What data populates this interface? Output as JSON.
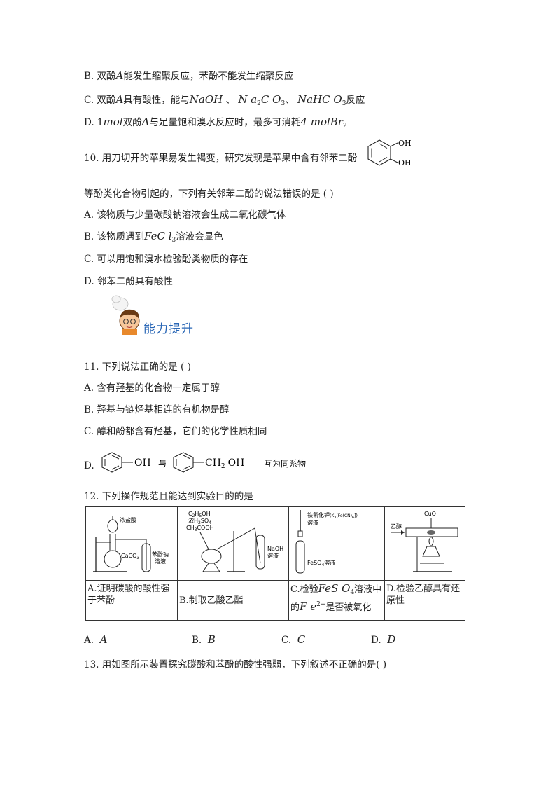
{
  "q9": {
    "optB": {
      "pre": "B.  双酚",
      "m1": "A",
      "rest": "能发生缩聚反应，苯酚不能发生缩聚反应"
    },
    "optC": {
      "pre": "C.  双酚",
      "m1": "A",
      "mid": "具有酸性，能与",
      "m2": "NaOH",
      "sep1": " 、 ",
      "m3a": "N a",
      "m3s": "2",
      "m3b": "C O",
      "m3t": "3",
      "sep2": "、 ",
      "m4a": "NaHC O",
      "m4s": "3",
      "end": "反应"
    },
    "optD": {
      "pre": "D.  1",
      "m1": "mol",
      "mid1": "双酚",
      "m2": "A",
      "mid2": "与足量饱和溴水反应时，最多可消耗",
      "m3": "4 molBr",
      "m3s": "2"
    }
  },
  "q10": {
    "stem1": "10. 用刀切开的苹果易发生褐变，研究发现是苹果中含有邻苯二酚",
    "oh1": "OH",
    "oh2": "OH",
    "stem2": "等酚类化合物引起的，下列有关邻苯二酚的说法错误的是 (    )",
    "optA": "A.  该物质与少量碳酸钠溶液会生成二氧化碳气体",
    "optB_pre": "B.  该物质遇到",
    "optB_m": "FeC l",
    "optB_s": "3",
    "optB_end": "溶液会显色",
    "optC": "C.  可以用饱和溴水检验酚类物质的存在",
    "optD": "D.  邻苯二酚具有酸性"
  },
  "banner": {
    "title": "能力提升"
  },
  "q11": {
    "stem": "11. 下列说法正确的是 (    )",
    "optA": "A.  含有羟基的化合物一定属于醇",
    "optB": "B.  羟基与链烃基相连的有机物是醇",
    "optC": "C.  醇和酚都含有羟基，它们的化学性质相同",
    "optD_pre": "D.",
    "optD_oh": "OH",
    "optD_mid": "与",
    "optD_ch2": "CH",
    "optD_ch2s": "2",
    "optD_oh2": "OH",
    "optD_end": "互为同系物"
  },
  "q12": {
    "stem": "12. 下列操作规范且能达到实验目的的是",
    "figA": {
      "l1": "浓盐酸",
      "l2": "CaCO",
      "l2s": "3",
      "l3": "苯酚钠",
      "l4": "溶液"
    },
    "figB": {
      "l1": "C",
      "l1s": "2",
      "l1b": "H",
      "l1s2": "5",
      "l1c": "OH",
      "l2": "浓H",
      "l2s": "2",
      "l2b": "SO",
      "l2s2": "4",
      "l3": "CH",
      "l3s": "3",
      "l3b": "COOH",
      "l4": "NaOH",
      "l5": "溶液"
    },
    "figC": {
      "l1": "铁氰化钾",
      "l1b": "(K",
      "l1s": "3",
      "l1c": "[Fe(CN)",
      "l1s2": "6",
      "l1d": "])",
      "l2": "溶液",
      "l3": "FeSO",
      "l3s": "4",
      "l3b": "溶液"
    },
    "figD": {
      "l1": "CuO",
      "l2": "乙醇"
    },
    "capA": "A.证明碳酸的酸性强于苯酚",
    "capB": "B.制取乙酸乙酯",
    "capC_pre": "C.检验",
    "capC_m": "FeS O",
    "capC_s": "4",
    "capC_mid": "溶液中的",
    "capC_m2": "F e",
    "capC_sup": "2+",
    "capC_end": "是否被氧化",
    "capD": "D.检验乙醇具有还原性",
    "answers": [
      {
        "label": "A.",
        "val": "A"
      },
      {
        "label": "B.",
        "val": "B"
      },
      {
        "label": "C.",
        "val": "C"
      },
      {
        "label": "D.",
        "val": "D"
      }
    ]
  },
  "q13": {
    "stem": "13. 用如图所示装置探究碳酸和苯酚的酸性强弱，下列叙述不正确的是(    )"
  }
}
